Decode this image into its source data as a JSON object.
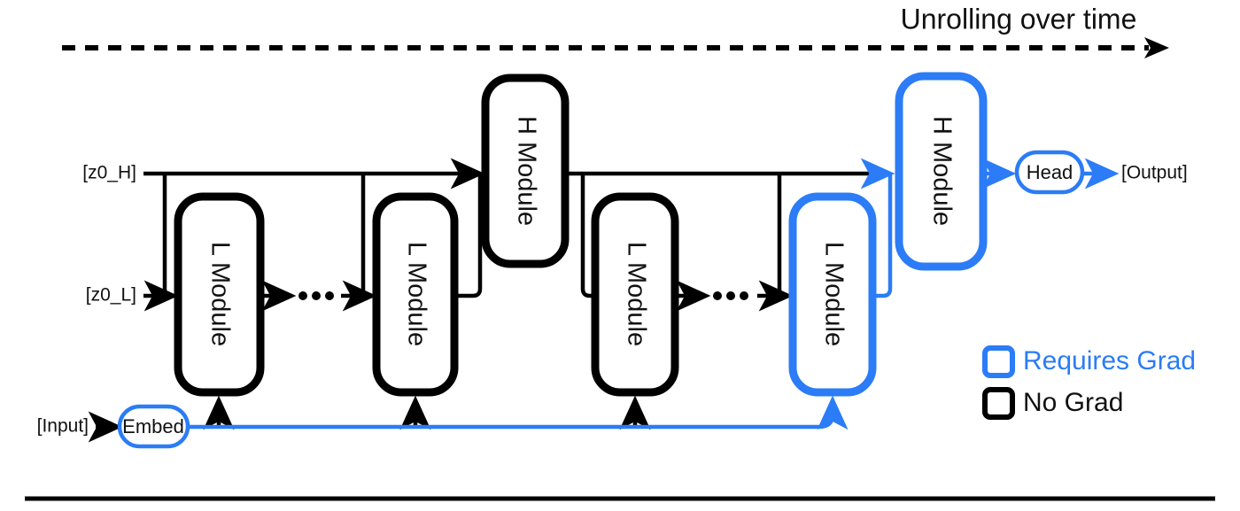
{
  "diagram": {
    "title": "Unrolling over time",
    "colors": {
      "requires_grad": "#2b7cf6",
      "no_grad": "#000000",
      "background": "#ffffff",
      "text": "#111111"
    },
    "inputs": {
      "z_high": "[z0_H]",
      "z_low": "[z0_L]",
      "input": "[Input]"
    },
    "outputs": {
      "output": "[Output]"
    },
    "nodes": {
      "embed": "Embed",
      "head": "Head",
      "l_module_1": "L Module",
      "l_module_2": "L Module",
      "l_module_3": "L Module",
      "l_module_4": "L Module",
      "h_module_1": "H Module",
      "h_module_2": "H Module"
    },
    "ellipsis": {
      "first": "• • •",
      "second": "• • •"
    },
    "legend": [
      {
        "key": "requires-grad",
        "label": "Requires Grad",
        "color": "#2b7cf6"
      },
      {
        "key": "no-grad",
        "label": "No Grad",
        "color": "#000000"
      }
    ]
  }
}
